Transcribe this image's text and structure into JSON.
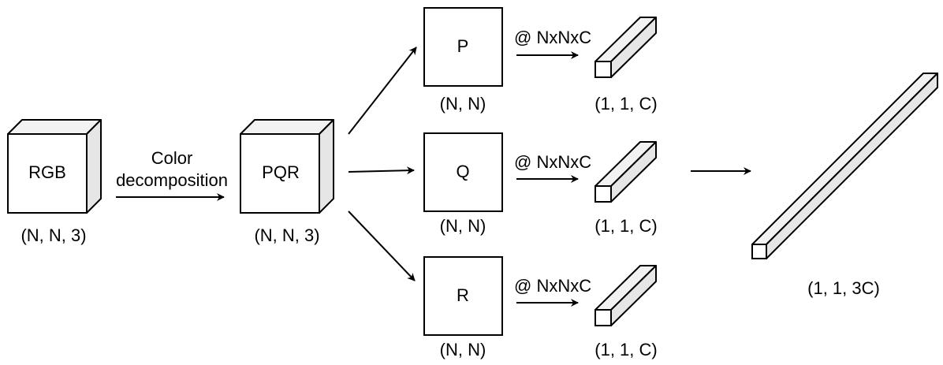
{
  "rgb": {
    "label": "RGB",
    "shape": "(N, N, 3)"
  },
  "decomposition": {
    "line1": "Color",
    "line2": "decomposition"
  },
  "pqr": {
    "label": "PQR",
    "shape": "(N, N, 3)"
  },
  "channels": [
    {
      "label": "P",
      "shape": "(N, N)",
      "op": "@ NxNxC",
      "out_shape": "(1, 1, C)"
    },
    {
      "label": "Q",
      "shape": "(N, N)",
      "op": "@ NxNxC",
      "out_shape": "(1, 1, C)"
    },
    {
      "label": "R",
      "shape": "(N, N)",
      "op": "@ NxNxC",
      "out_shape": "(1, 1, C)"
    }
  ],
  "concat": {
    "shape": "(1, 1, 3C)"
  },
  "colors": {
    "stroke": "#000000",
    "side_fill": "#e6e6e6",
    "top_fill": "#f2f2f2"
  }
}
